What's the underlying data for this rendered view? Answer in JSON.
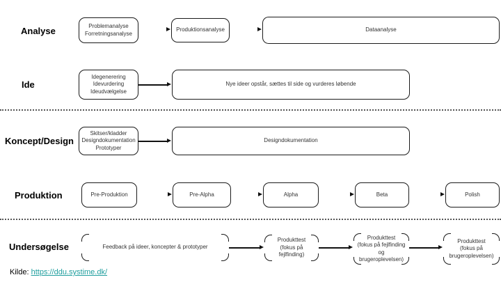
{
  "rows": [
    {
      "label": "Analyse",
      "boxes": [
        "Problemanalyse\nForretningsanalyse",
        "Produktionsanalyse",
        "Dataanalyse"
      ]
    },
    {
      "label": "Ide",
      "boxes": [
        "Idegenerering\nIdevurdering\nIdeudvælgelse",
        "Nye ideer opstår, sættes til side og vurderes løbende"
      ]
    },
    {
      "label": "Koncept/Design",
      "boxes": [
        "Skitser/kladder\nDesigndokumentation\nPrototyper",
        "Designdokumentation"
      ]
    },
    {
      "label": "Produktion",
      "boxes": [
        "Pre-Produktion",
        "Pre-Alpha",
        "Alpha",
        "Beta",
        "Polish"
      ]
    },
    {
      "label": "Undersøgelse",
      "boxes": [
        "Feedback på ideer, koncepter & prototyper",
        "Produkttest\n(fokus på fejlfinding)",
        "Produkttest\n(fokus på fejlfinding\nog brugeroplevelsen)",
        "Produkttest\n(fokus på\nbrugeroplevelsen)"
      ]
    }
  ],
  "source": {
    "label": "Kilde:",
    "url_text": "https://ddu.systime.dk/"
  },
  "colors": {
    "border": "#1a1a1a",
    "link": "#1f9e9e",
    "separator": "#555555"
  }
}
